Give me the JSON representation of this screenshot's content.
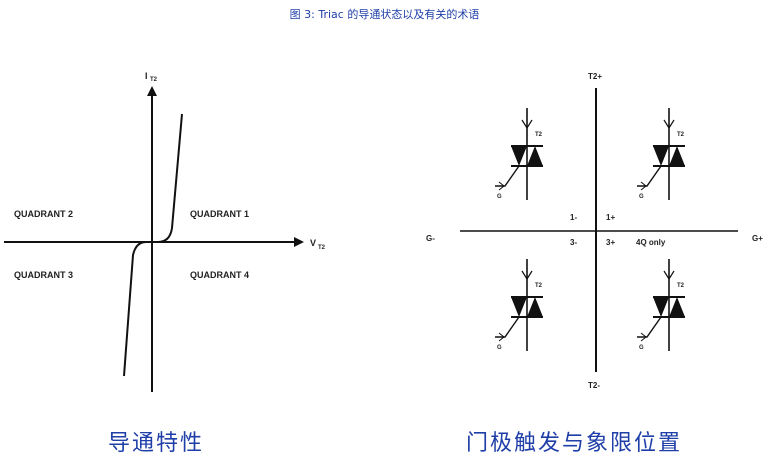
{
  "figure_caption": "图 3: Triac 的导通状态以及有关的术语",
  "left_diagram": {
    "y_axis_label": "I",
    "y_axis_sub": "T2",
    "x_axis_label": "V",
    "x_axis_sub": "T2",
    "quadrants": {
      "q1": "QUADRANT 1",
      "q2": "QUADRANT 2",
      "q3": "QUADRANT 3",
      "q4": "QUADRANT 4"
    }
  },
  "right_diagram": {
    "top_label": "T2+",
    "bottom_label": "T2-",
    "left_label": "G-",
    "right_label": "G+",
    "center_labels": {
      "ul": "1-",
      "ur": "1+",
      "ll": "3-",
      "lr": "3+",
      "lr_note": "4Q only"
    },
    "triac_terminal": "T2",
    "gate_terminal": "G"
  },
  "captions": {
    "left": "导通特性",
    "right": "门极触发与象限位置"
  }
}
